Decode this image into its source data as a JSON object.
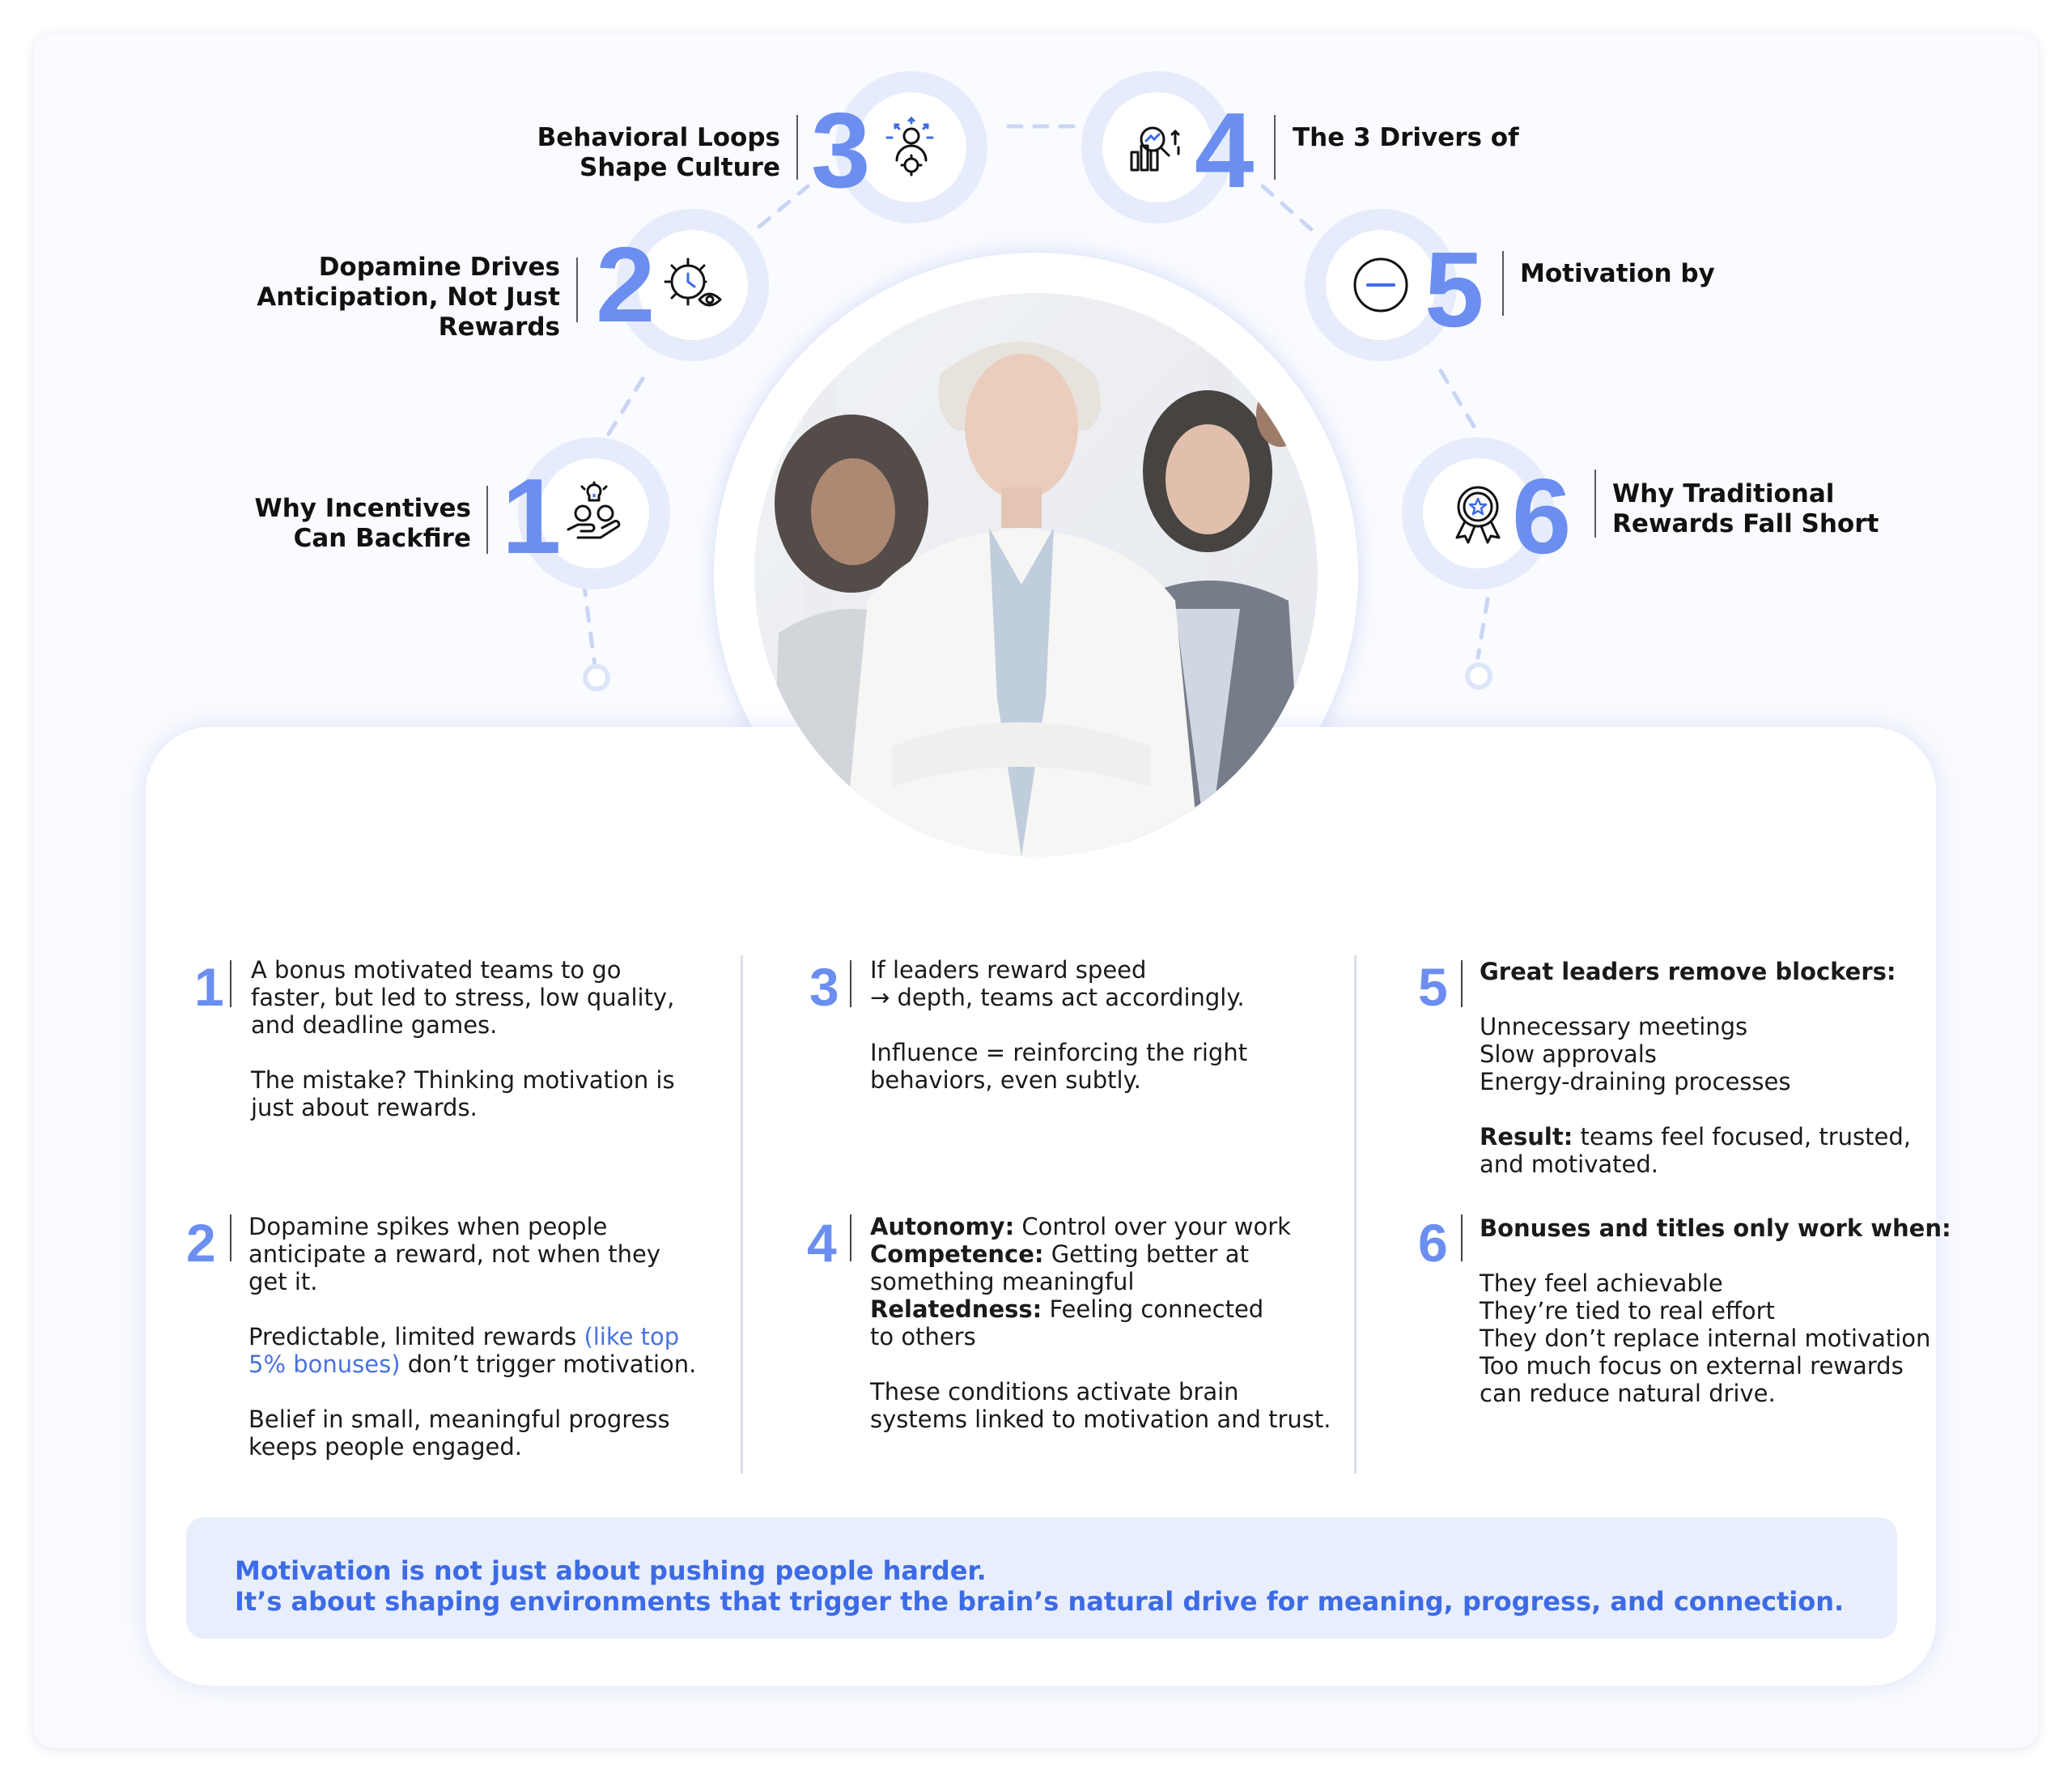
{
  "colors": {
    "accent": "#6b8ef0",
    "accent_text": "#3d6be6",
    "node_ring": "#e6ecfb",
    "footer_bg": "#e8eefc"
  },
  "nodes": [
    {
      "number": "1",
      "icon": "hand-coins-lightbulb-icon",
      "label_lines": [
        "Why Incentives",
        "Can Backfire"
      ]
    },
    {
      "number": "2",
      "icon": "gear-clock-eye-icon",
      "label_lines": [
        "Dopamine Drives",
        "Anticipation, Not Just",
        "Rewards"
      ]
    },
    {
      "number": "3",
      "icon": "person-gear-arrows-icon",
      "label_lines": [
        "Behavioral Loops",
        "Shape Culture"
      ]
    },
    {
      "number": "4",
      "icon": "chart-magnifier-icon",
      "label_lines": [
        "The 3 Drivers of"
      ]
    },
    {
      "number": "5",
      "icon": "minus-circle-icon",
      "label_lines": [
        "Motivation by"
      ]
    },
    {
      "number": "6",
      "icon": "award-ribbon-star-icon",
      "label_lines": [
        "Why Traditional",
        "Rewards Fall Short"
      ]
    }
  ],
  "portrait": {
    "alt": "team-portrait-photo"
  },
  "items": [
    {
      "number": "1",
      "paragraphs": [
        {
          "lines": [
            [
              {
                "t": "A bonus motivated teams to go"
              }
            ],
            [
              {
                "t": "faster, but led to stress, low quality,"
              }
            ],
            [
              {
                "t": "and deadline games."
              }
            ]
          ]
        },
        {
          "lines": [
            [
              {
                "t": "The mistake? Thinking motivation is"
              }
            ],
            [
              {
                "t": "just about rewards."
              }
            ]
          ]
        }
      ]
    },
    {
      "number": "2",
      "paragraphs": [
        {
          "lines": [
            [
              {
                "t": "Dopamine spikes when people"
              }
            ],
            [
              {
                "t": "anticipate a reward, not when they"
              }
            ],
            [
              {
                "t": "get it."
              }
            ]
          ]
        },
        {
          "lines": [
            [
              {
                "t": "Predictable, limited rewards "
              },
              {
                "t": "(like top",
                "hl": true
              }
            ],
            [
              {
                "t": "5% bonuses)",
                "hl": true
              },
              {
                "t": " don’t trigger motivation."
              }
            ]
          ]
        },
        {
          "lines": [
            [
              {
                "t": "Belief in small, meaningful progress"
              }
            ],
            [
              {
                "t": "keeps people engaged."
              }
            ]
          ]
        }
      ]
    },
    {
      "number": "3",
      "paragraphs": [
        {
          "lines": [
            [
              {
                "t": "If leaders reward speed"
              }
            ],
            [
              {
                "t": "→ depth, teams act accordingly."
              }
            ]
          ]
        },
        {
          "lines": [
            [
              {
                "t": "Influence = reinforcing the right"
              }
            ],
            [
              {
                "t": "behaviors, even subtly."
              }
            ]
          ]
        }
      ]
    },
    {
      "number": "4",
      "paragraphs": [
        {
          "lines": [
            [
              {
                "t": "Autonomy:",
                "b": true
              },
              {
                "t": " Control over your work"
              }
            ],
            [
              {
                "t": "Competence:",
                "b": true
              },
              {
                "t": " Getting better at"
              }
            ],
            [
              {
                "t": "something meaningful"
              }
            ],
            [
              {
                "t": "Relatedness:",
                "b": true
              },
              {
                "t": " Feeling connected"
              }
            ],
            [
              {
                "t": "to others"
              }
            ]
          ]
        },
        {
          "lines": [
            [
              {
                "t": "These conditions activate brain"
              }
            ],
            [
              {
                "t": "systems linked to motivation and trust."
              }
            ]
          ]
        }
      ]
    },
    {
      "number": "5",
      "paragraphs": [
        {
          "lines": [
            [
              {
                "t": "Great leaders remove blockers:",
                "b": true
              }
            ]
          ]
        },
        {
          "lines": [
            [
              {
                "t": "Unnecessary meetings"
              }
            ],
            [
              {
                "t": "Slow approvals"
              }
            ],
            [
              {
                "t": "Energy-draining processes"
              }
            ]
          ]
        },
        {
          "lines": [
            [
              {
                "t": "Result:",
                "b": true
              },
              {
                "t": " teams feel focused, trusted,"
              }
            ],
            [
              {
                "t": "and motivated."
              }
            ]
          ]
        }
      ]
    },
    {
      "number": "6",
      "paragraphs": [
        {
          "lines": [
            [
              {
                "t": "Bonuses and titles only work when:",
                "b": true
              }
            ]
          ]
        },
        {
          "lines": [
            [
              {
                "t": "They feel achievable"
              }
            ],
            [
              {
                "t": "They’re tied to real effort"
              }
            ],
            [
              {
                "t": "They don’t replace internal motivation"
              }
            ],
            [
              {
                "t": "Too much focus on external rewards"
              }
            ],
            [
              {
                "t": "can reduce natural drive."
              }
            ]
          ]
        }
      ]
    }
  ],
  "footer": {
    "line1": "Motivation is not just about pushing people harder.",
    "line2": "It’s about shaping environments that trigger the brain’s natural drive for meaning, progress, and connection."
  }
}
